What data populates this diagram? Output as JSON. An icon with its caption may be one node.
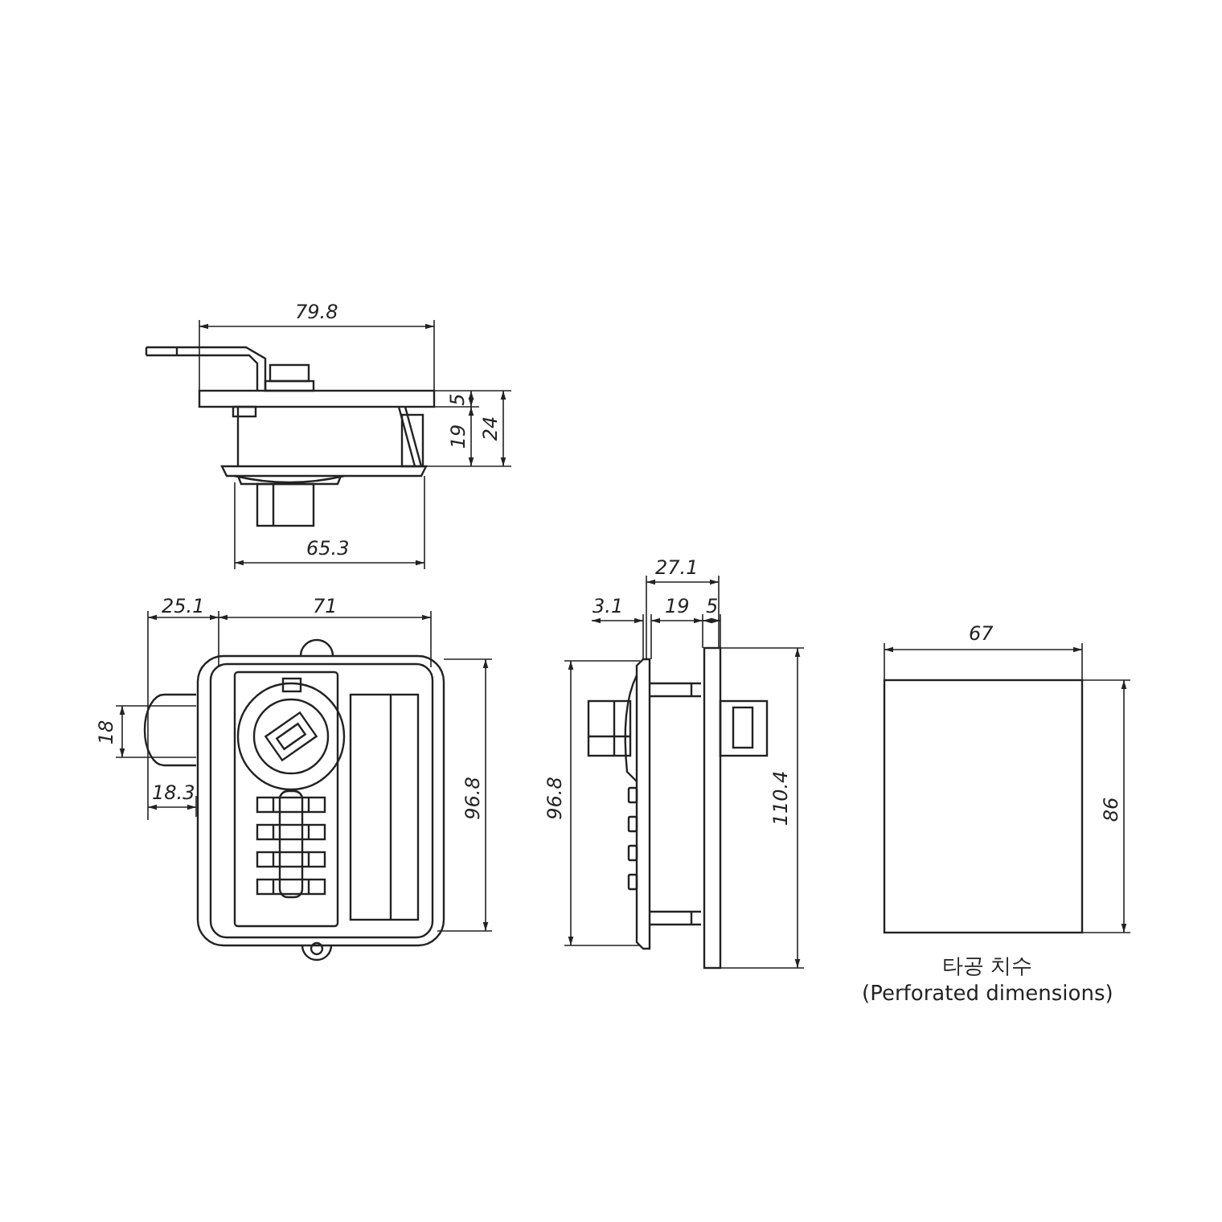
{
  "diagram": {
    "labels": [
      "79.8",
      "5",
      "19",
      "24",
      "65.3",
      "27.1",
      "25.1",
      "71",
      "3.1",
      "19",
      "5",
      "67",
      "18",
      "18.3",
      "96.8",
      "96.8",
      "110.4",
      "86",
      "타공 치수",
      "(Perforated dimensions)"
    ]
  }
}
